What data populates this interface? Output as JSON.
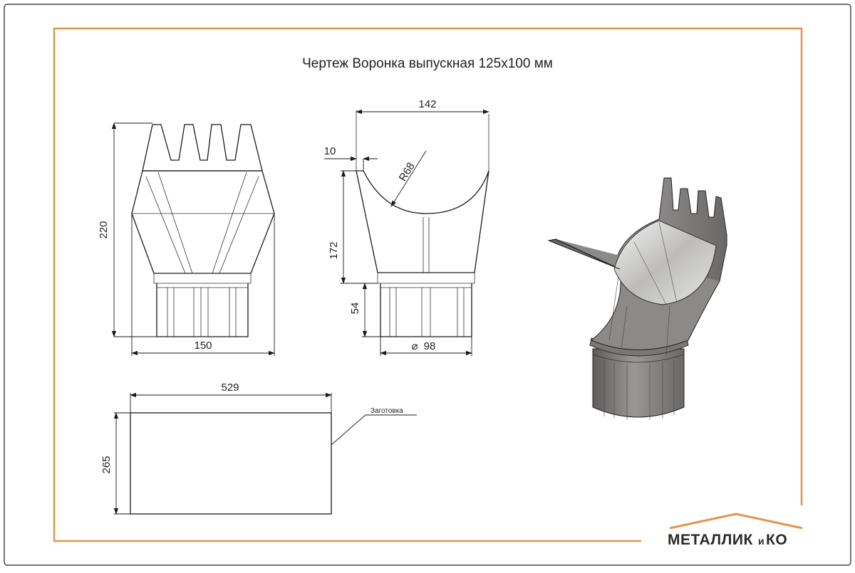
{
  "drawing": {
    "title": "Чертеж Воронка выпускная 125х100 мм",
    "front_view": {
      "height_label": "220",
      "width_label": "150"
    },
    "side_view": {
      "width_label": "142",
      "offset_label": "10",
      "radius_label": "R68",
      "upper_height_label": "172",
      "lower_height_label": "54",
      "diameter_symbol": "⌀",
      "diameter_label": "98"
    },
    "blank": {
      "width_label": "529",
      "height_label": "265",
      "callout_label": "Заготовка"
    }
  },
  "logo": {
    "main_text": "МЕТАЛЛИК",
    "small_text": "и",
    "end_text": "КО"
  },
  "colors": {
    "frame_accent": "#E0964F",
    "outer_border": "#222222",
    "product_metal": "#8c8a89"
  }
}
